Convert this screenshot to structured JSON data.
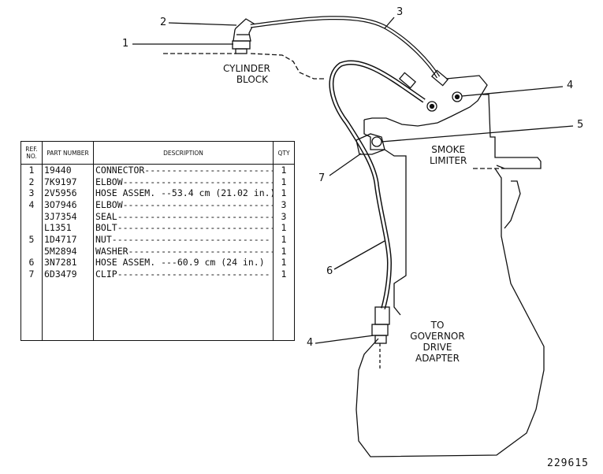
{
  "labels": {
    "cylinder_block": [
      "CYLINDER",
      "BLOCK"
    ],
    "smoke_limiter": [
      "SMOKE",
      "LIMITER"
    ],
    "governor": [
      "TO",
      "GOVERNOR",
      "DRIVE",
      "ADAPTER"
    ]
  },
  "callouts": {
    "c1": "1",
    "c2": "2",
    "c3": "3",
    "c4_top": "4",
    "c5": "5",
    "c6": "6",
    "c7": "7",
    "c4_bottom": "4"
  },
  "table": {
    "headers": {
      "ref": "REF. NO.",
      "part": "PART NUMBER",
      "desc": "DESCRIPTION",
      "qty": "QTY"
    },
    "rows": [
      {
        "ref": "1",
        "part": "19440",
        "desc": "CONNECTOR--------------------------",
        "qty": "1"
      },
      {
        "ref": "2",
        "part": "7K9197",
        "desc": "ELBOW-----------------------------",
        "qty": "1"
      },
      {
        "ref": "3",
        "part": "2V5956",
        "desc": "HOSE ASSEM. --53.4 cm (21.02 in.)",
        "qty": "1"
      },
      {
        "ref": "4",
        "part": "3O7946",
        "desc": "ELBOW-----------------------------",
        "qty": "3"
      },
      {
        "ref": "",
        "part": "3J7354",
        "desc": "SEAL------------------------------",
        "qty": "3"
      },
      {
        "ref": "",
        "part": "L1351",
        "desc": "BOLT-----------------------------",
        "qty": "1"
      },
      {
        "ref": "5",
        "part": "1D4717",
        "desc": "NUT-----------------------------",
        "qty": "1"
      },
      {
        "ref": "",
        "part": "5M2894",
        "desc": "WASHER---------------------------",
        "qty": "1"
      },
      {
        "ref": "6",
        "part": "3N7281",
        "desc": "HOSE ASSEM. ---60.9 cm (24 in.)",
        "qty": "1"
      },
      {
        "ref": "7",
        "part": "6D3479",
        "desc": "CLIP----------------------------",
        "qty": "1"
      }
    ]
  },
  "figure_number": "229615"
}
